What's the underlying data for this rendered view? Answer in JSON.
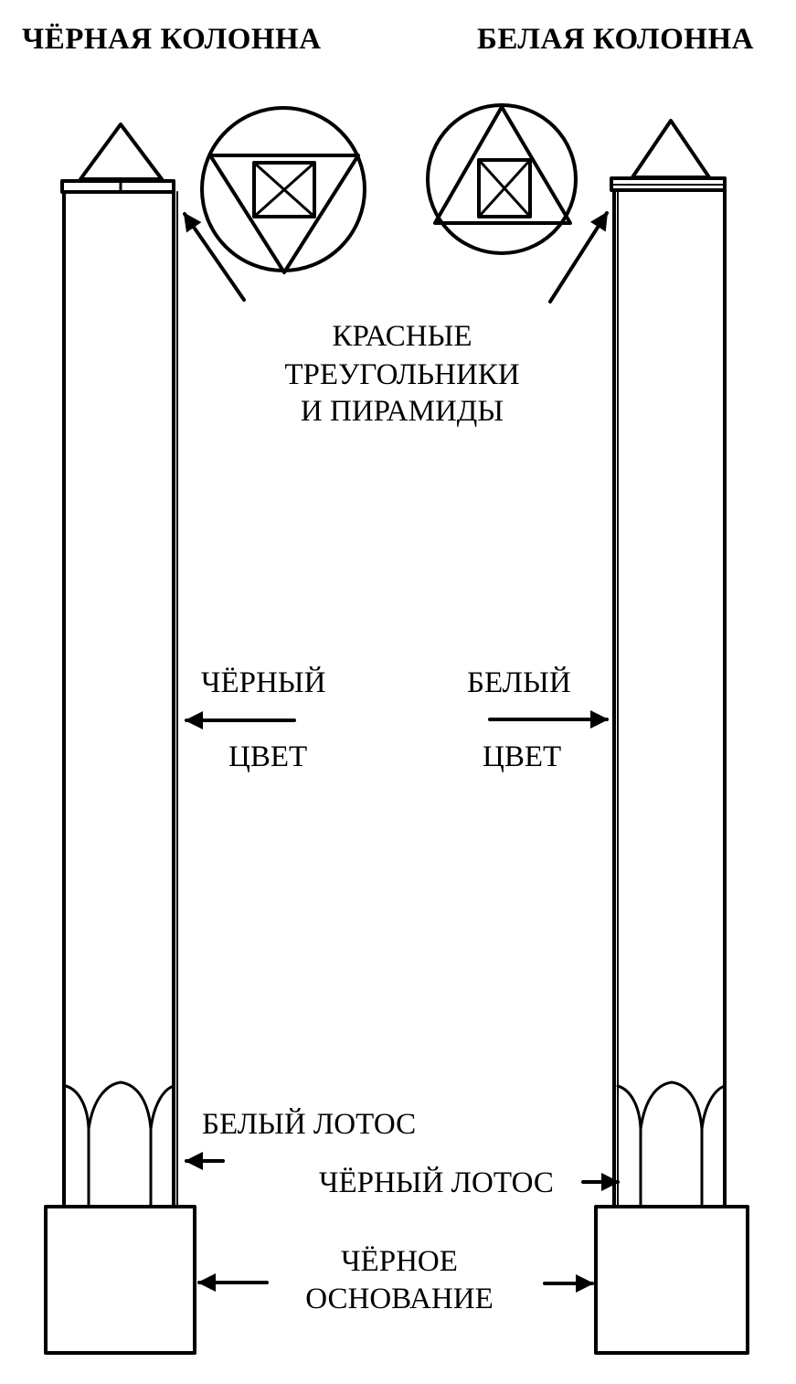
{
  "titles": {
    "black_column": "ЧЁРНАЯ КОЛОННА",
    "white_column": "БЕЛАЯ КОЛОННА"
  },
  "labels": {
    "red_triangles": [
      "КРАСНЫЕ",
      "ТРЕУГОЛЬНИКИ",
      "И ПИРАМИДЫ"
    ],
    "black": "ЧЁРНЫЙ",
    "black_color": "ЦВЕТ",
    "white": "БЕЛЫЙ",
    "white_color": "ЦВЕТ",
    "white_lotus": "БЕЛЫЙ ЛОТОС",
    "black_lotus": "ЧЁРНЫЙ ЛОТОС",
    "black_base": [
      "ЧЁРНОЕ",
      "ОСНОВАНИЕ"
    ]
  },
  "colors": {
    "ink": "#000000",
    "paper": "#ffffff"
  }
}
